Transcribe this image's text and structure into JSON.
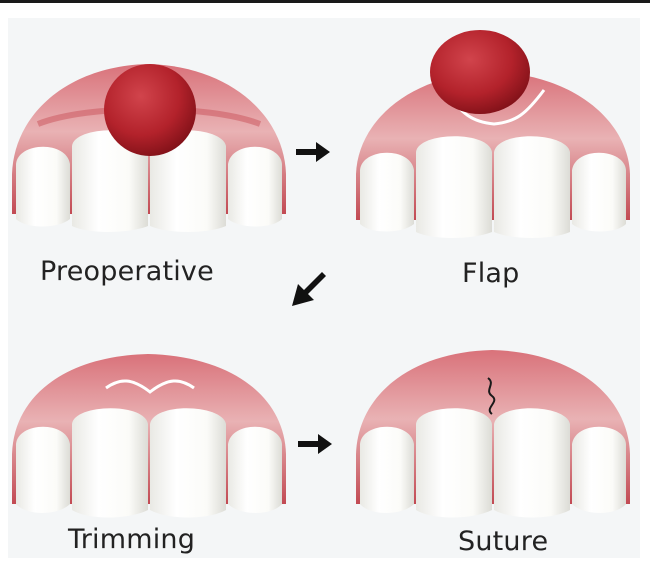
{
  "steps": [
    {
      "label": "Preoperative"
    },
    {
      "label": "Flap"
    },
    {
      "label": "Trimming"
    },
    {
      "label": "Suture"
    }
  ],
  "colors": {
    "gum": "#c9525a",
    "gum_light": "#e7a5a8",
    "lesion": "#b3222b",
    "tooth": "#fbfbf8",
    "arrow": "#111111",
    "background": "#f4f6f7"
  },
  "icons": {
    "arrows": [
      "arrow-right-icon",
      "arrow-down-left-icon",
      "arrow-right-icon"
    ]
  }
}
